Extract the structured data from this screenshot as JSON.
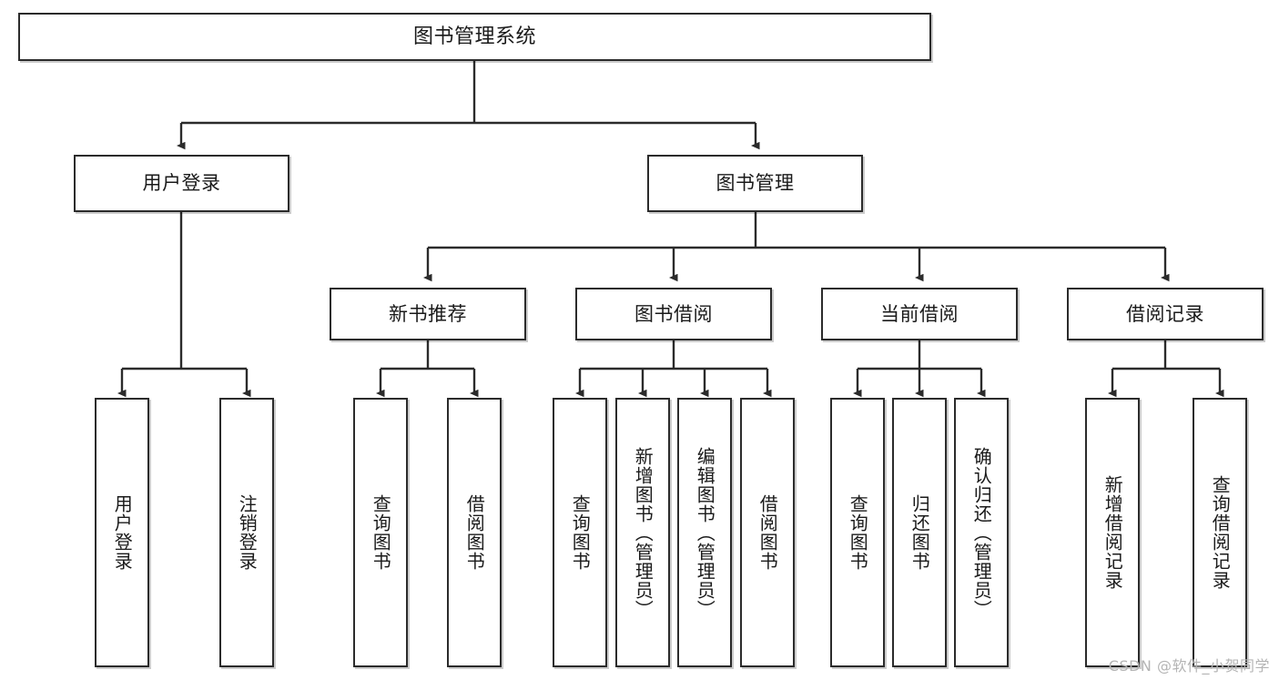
{
  "diagram": {
    "type": "tree",
    "title": "图书管理系统",
    "colors": {
      "box_border": "#2b2b2b",
      "box_fill": "#ffffff",
      "edge": "#2b2b2b",
      "text": "#1a1a1a",
      "watermark": "#b4b4b4"
    },
    "nodes": {
      "root": {
        "label": "图书管理系统"
      },
      "level2": [
        {
          "label": "用户登录"
        },
        {
          "label": "图书管理"
        }
      ],
      "level3": [
        {
          "label": "新书推荐"
        },
        {
          "label": "图书借阅"
        },
        {
          "label": "当前借阅"
        },
        {
          "label": "借阅记录"
        }
      ],
      "leaves": {
        "user_login": [
          {
            "label": "用户登录"
          },
          {
            "label": "注销登录"
          }
        ],
        "new_book": [
          {
            "label": "查询图书"
          },
          {
            "label": "借阅图书"
          }
        ],
        "book_borrow": [
          {
            "label": "查询图书"
          },
          {
            "label": "新增图书（管理员）"
          },
          {
            "label": "编辑图书（管理员）"
          },
          {
            "label": "借阅图书"
          }
        ],
        "current_borrow": [
          {
            "label": "查询图书"
          },
          {
            "label": "归还图书"
          },
          {
            "label": "确认归还（管理员）"
          }
        ],
        "borrow_record": [
          {
            "label": "新增借阅记录"
          },
          {
            "label": "查询借阅记录"
          }
        ]
      }
    },
    "watermark": "CSDN @软件_小贺同学"
  }
}
